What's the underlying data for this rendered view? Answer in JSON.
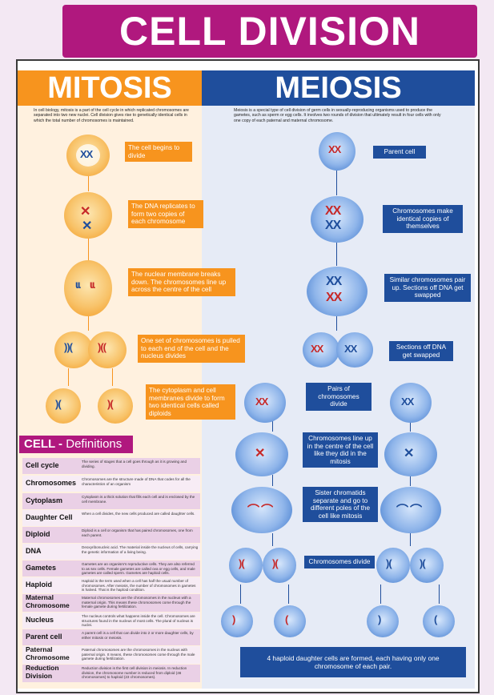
{
  "title": "CELL DIVISION",
  "mitosis": {
    "heading": "MITOSIS",
    "intro": "In cell biology, mitosis is a part of the cell cycle in which replicated chromosomes are separated into two new nuclei. Cell division gives rise to genetically identical cells in which the total number of chromosomes is maintained.",
    "steps": [
      "The cell begins to divide",
      "The DNA replicates to form two copies of each chromosome",
      "The nuclear membrane breaks down. The chromosomes line up across the centre of the cell",
      "One set of chromosomes is pulled to each end of the cell and the nucleus divides",
      "The cytoplasm and cell membranes divide to form two identical cells called diploids"
    ]
  },
  "meiosis": {
    "heading": "MEIOSIS",
    "intro": "Meiosis is a special type of cell division of germ cells in sexually-reproducing organisms used to produce the gametes, such as sperm or egg cells. It involves two rounds of division that ultimately result in four cells with only one copy of each paternal and maternal chromosome.",
    "steps": [
      "Parent cell",
      "Chromosomes make identical copies of themselves",
      "Similar chromosomes pair up. Sections off DNA get swapped",
      "Sections off DNA get swapped",
      "Pairs of chromosomes divide",
      "Chromosomes line up in the centre of the cell like they did in the mitosis",
      "Sister chromatids separate and go to different poles of the cell like mitosis",
      "Chromosomes divide"
    ],
    "final": "4 haploid daughter cells are formed, each having only one chromosome of each pair."
  },
  "definitions": {
    "heading_bold": "CELL -",
    "heading_rest": "Definitions",
    "items": [
      {
        "term": "Cell cycle",
        "text": "The series of stages that a cell goes through as it is growing and dividing."
      },
      {
        "term": "Chromosomes",
        "text": "Chromosomes are the structure made of DNA that codes for all the characteristics of an organism"
      },
      {
        "term": "Cytoplasm",
        "text": "Cytoplasm is a thick solution that fills each cell and is enclosed by the cell membrane."
      },
      {
        "term": "Daughter Cell",
        "text": "When a cell divides, the new cells produced are called daughter cells."
      },
      {
        "term": "Diploid",
        "text": "Diploid is a cell or organism that has paired chromosomes, one from each parent."
      },
      {
        "term": "DNA",
        "text": "Deoxyribonucleic acid. The material inside the nucleus of cells, carrying the genetic information of a living being."
      },
      {
        "term": "Gametes",
        "text": "Gametes are an organism's reproductive cells. They are also referred to as sex cells. Female gametes are called ova or egg cells, and male gametes are called sperm. Gametes are haploid cells."
      },
      {
        "term": "Haploid",
        "text": "Haploid is the term used when a cell has half the usual number of chromosomes. After meiosis, the number of chromosomes in gametes is halved. That is the haploid condition."
      },
      {
        "term": "Maternal Chromosome",
        "text": "Maternal chromosomes are the chromosomes in the nucleus with a maternal origin. This means these chromosomes come through the female gamete during fertilization."
      },
      {
        "term": "Nucleus",
        "text": "The nucleus controls what happens inside the cell. Chromosomes are structures found in the nucleus of most cells. The plural of nucleus is nuclei."
      },
      {
        "term": "Parent cell",
        "text": "A parent cell is a cell that can divide into 2 or more daughter cells, by either mitosis or meiosis."
      },
      {
        "term": "Paternal Chromosome",
        "text": "Paternal chromosomes are the chromosomes in the nucleus with paternal origin. It means, these chromosomes come through the male gamete during fertilization."
      },
      {
        "term": "Reduction Division",
        "text": "Reduction division is the first cell division in meiosis. In reduction division, the chromosome number is reduced from diploid (46 chromosomes) to haploid (23 chromosomes)."
      }
    ]
  },
  "colors": {
    "magenta": "#b0187e",
    "orange": "#f7941e",
    "blue": "#1f4e9c"
  }
}
